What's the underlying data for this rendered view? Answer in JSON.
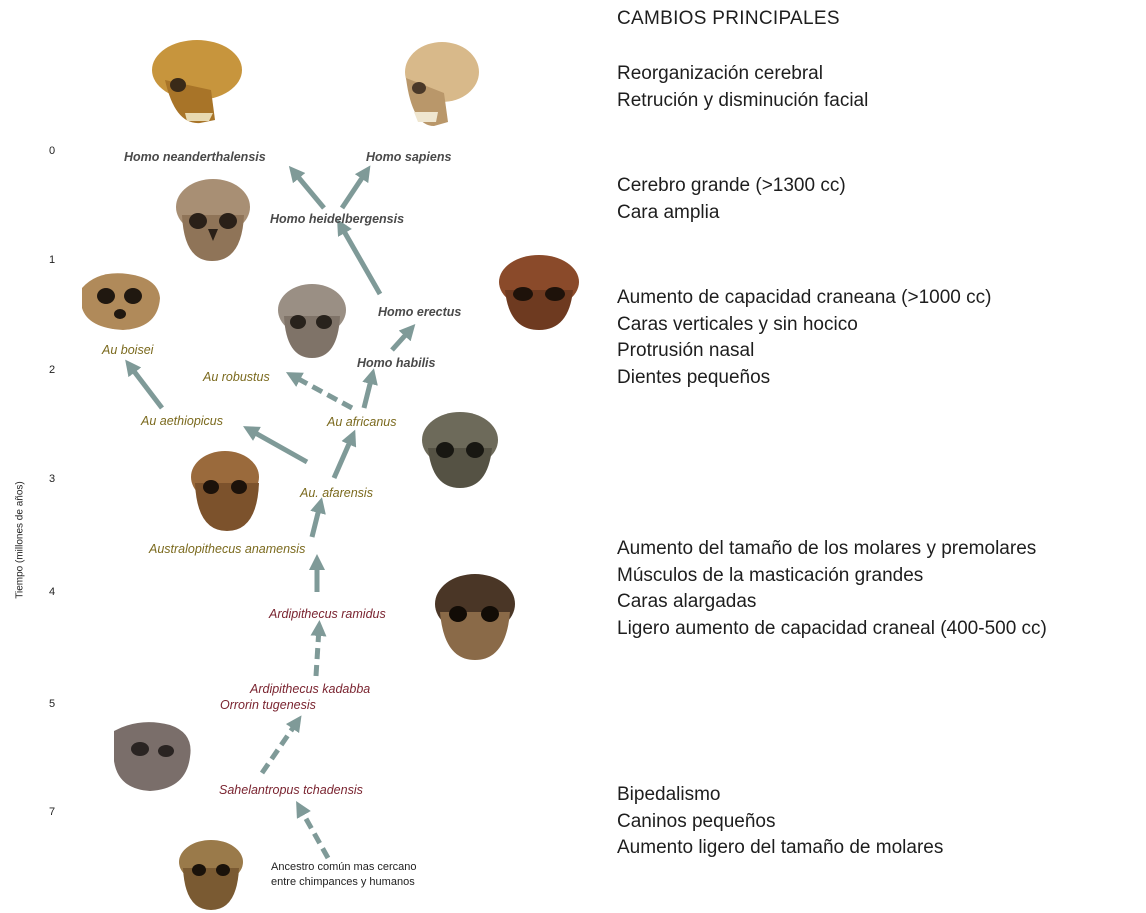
{
  "axis": {
    "label": "Tiempo (millones de años)",
    "ticks": [
      "0",
      "1",
      "2",
      "3",
      "4",
      "5",
      "7"
    ]
  },
  "species": {
    "neanderthalensis": "Homo neanderthalensis",
    "sapiens": "Homo sapiens",
    "heidelbergensis": "Homo heidelbergensis",
    "erectus": "Homo erectus",
    "habilis": "Homo habilis",
    "boisei": "Au boisei",
    "robustus": "Au robustus",
    "aethiopicus": "Au aethiopicus",
    "africanus": "Au africanus",
    "afarensis": "Au. afarensis",
    "anamensis": "Australopithecus anamensis",
    "ramidus": "Ardipithecus ramidus",
    "kadabba": "Ardipithecus kadabba",
    "tugenesis": "Orrorin tugenesis",
    "sahelanthropus": "Sahelantropus tchadensis"
  },
  "ancestor": {
    "line1": "Ancestro común mas cercano",
    "line2": "entre chimpances y humanos"
  },
  "changes": {
    "heading": "CAMBIOS PRINCIPALES",
    "group1": [
      "Reorganización cerebral",
      "Retrución y disminución facial"
    ],
    "group2": [
      "Cerebro grande (>1300 cc)",
      "Cara amplia"
    ],
    "group3": [
      "Aumento de capacidad craneana (>1000 cc)",
      "Caras verticales y sin hocico",
      "Protrusión nasal",
      "Dientes pequeños"
    ],
    "group4": [
      "Aumento del tamaño de los molares y premolares",
      "Músculos de la masticación grandes",
      "Caras alargadas",
      "Ligero aumento de capacidad craneal (400-500 cc)"
    ],
    "group5": [
      "Bipedalismo",
      "Caninos pequeños",
      "Aumento ligero del tamaño de molares"
    ]
  },
  "colors": {
    "arrow": "#7f9a98",
    "homo_label": "#4a4a4a",
    "australopithecus_label": "#7b6a1e",
    "ardipithecus_label": "#7a2430"
  }
}
